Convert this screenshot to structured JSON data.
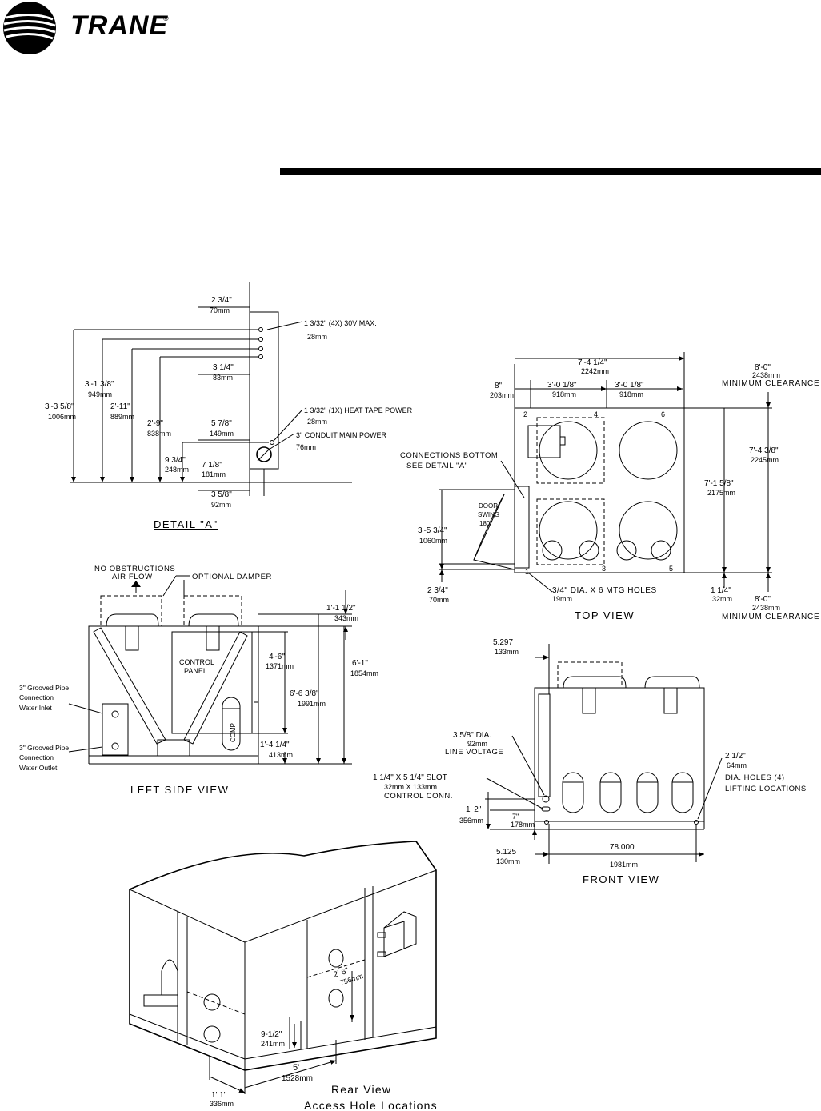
{
  "brand": {
    "name": "TRANE",
    "registered": "®"
  },
  "detail_a": {
    "title": "DETAIL \"A\"",
    "dims": [
      {
        "imp": "2 3/4\"",
        "met": "70mm"
      },
      {
        "imp": "3 1/4\"",
        "met": "83mm"
      },
      {
        "imp": "5 7/8\"",
        "met": "149mm"
      },
      {
        "imp": "7 1/8\"",
        "met": "181mm"
      },
      {
        "imp": "3 5/8\"",
        "met": "92mm"
      },
      {
        "imp": "9 3/4\"",
        "met": "248mm"
      },
      {
        "imp": "2'-9\"",
        "met": "838mm"
      },
      {
        "imp": "2'-11\"",
        "met": "889mm"
      },
      {
        "imp": "3'-1 3/8\"",
        "met": "949mm"
      },
      {
        "imp": "3'-3 5/8\"",
        "met": "1006mm"
      }
    ],
    "callouts": [
      {
        "imp": "1 3/32\" (4X) 30V MAX.",
        "met": "28mm"
      },
      {
        "imp": "1 3/32\" (1X) HEAT TAPE POWER",
        "met": "28mm"
      },
      {
        "imp": "3\" CONDUIT MAIN POWER",
        "met": "76mm"
      }
    ]
  },
  "top_view": {
    "title": "TOP VIEW",
    "dims": [
      {
        "imp": "7'-4 1/4\"",
        "met": "2242mm"
      },
      {
        "imp": "8\"",
        "met": "203mm"
      },
      {
        "imp": "3'-0 1/8\"",
        "met": "918mm"
      },
      {
        "imp": "3'-0 1/8\"",
        "met": "918mm"
      },
      {
        "imp": "7'-4 3/8\"",
        "met": "2245mm"
      },
      {
        "imp": "7'-1 5/8\"",
        "met": "2175mm"
      },
      {
        "imp": "3'-5 3/4\"",
        "met": "1060mm"
      },
      {
        "imp": "2 3/4\"",
        "met": "70mm"
      },
      {
        "imp": "1 1/4\"",
        "met": "32mm"
      }
    ],
    "clearance_top": {
      "imp": "8'-0\"",
      "met": "2438mm",
      "label": "MINIMUM CLEARANCE"
    },
    "clearance_bottom": {
      "imp": "8'-0\"",
      "met": "2438mm",
      "label": "MINIMUM CLEARANCE"
    },
    "connections": [
      "CONNECTIONS BOTTOM",
      "SEE DETAIL \"A\""
    ],
    "door": [
      "DOOR",
      "SWING",
      "180°"
    ],
    "holes": {
      "imp": "3/4\" DIA. X 6 MTG HOLES",
      "met": "19mm"
    },
    "points": [
      "1",
      "2",
      "3",
      "4",
      "5",
      "6"
    ]
  },
  "left_side_view": {
    "title": "LEFT SIDE VIEW",
    "no_obstructions": [
      "NO OBSTRUCTIONS",
      "AIR FLOW"
    ],
    "damper": "OPTIONAL DAMPER",
    "panel": [
      "CONTROL",
      "PANEL"
    ],
    "comp": "COMP",
    "inlet": [
      "3\" Grooved Pipe",
      "Connection",
      "Water Inlet"
    ],
    "outlet": [
      "3\" Grooved Pipe",
      "Connection",
      "Water Outlet"
    ],
    "dims": [
      {
        "imp": "1'-1 1/2\"",
        "met": "343mm"
      },
      {
        "imp": "4'-6\"",
        "met": "1371mm"
      },
      {
        "imp": "6'-1\"",
        "met": "1854mm"
      },
      {
        "imp": "6'-6 3/8\"",
        "met": "1991mm"
      },
      {
        "imp": "1'-4 1/4\"",
        "met": "413mm"
      }
    ]
  },
  "front_view": {
    "title": "FRONT VIEW",
    "dims": [
      {
        "imp": "5.297",
        "met": "133mm"
      },
      {
        "imp": "3 5/8\" DIA.",
        "met": "92mm",
        "extra": "LINE VOLTAGE"
      },
      {
        "imp": "1 1/4\" X 5 1/4\" SLOT",
        "met": "32mm X 133mm",
        "extra": "CONTROL CONN."
      },
      {
        "imp": "1' 2\"",
        "met": "356mm"
      },
      {
        "imp": "7\"",
        "met": "178mm"
      },
      {
        "imp": "5.125",
        "met": "130mm"
      },
      {
        "imp": "78.000",
        "met": "1981mm"
      },
      {
        "imp": "2 1/2\"",
        "met": "64mm"
      }
    ],
    "lifting": [
      "DIA. HOLES (4)",
      "LIFTING LOCATIONS"
    ]
  },
  "rear_view": {
    "title": [
      "Rear View",
      "Access Hole Locations"
    ],
    "dims": [
      {
        "imp": "2' 6\"",
        "met": "756mm"
      },
      {
        "imp": "9-1/2\"",
        "met": "241mm"
      },
      {
        "imp": "5'",
        "met": "1528mm"
      },
      {
        "imp": "1' 1\"",
        "met": "336mm"
      }
    ]
  }
}
